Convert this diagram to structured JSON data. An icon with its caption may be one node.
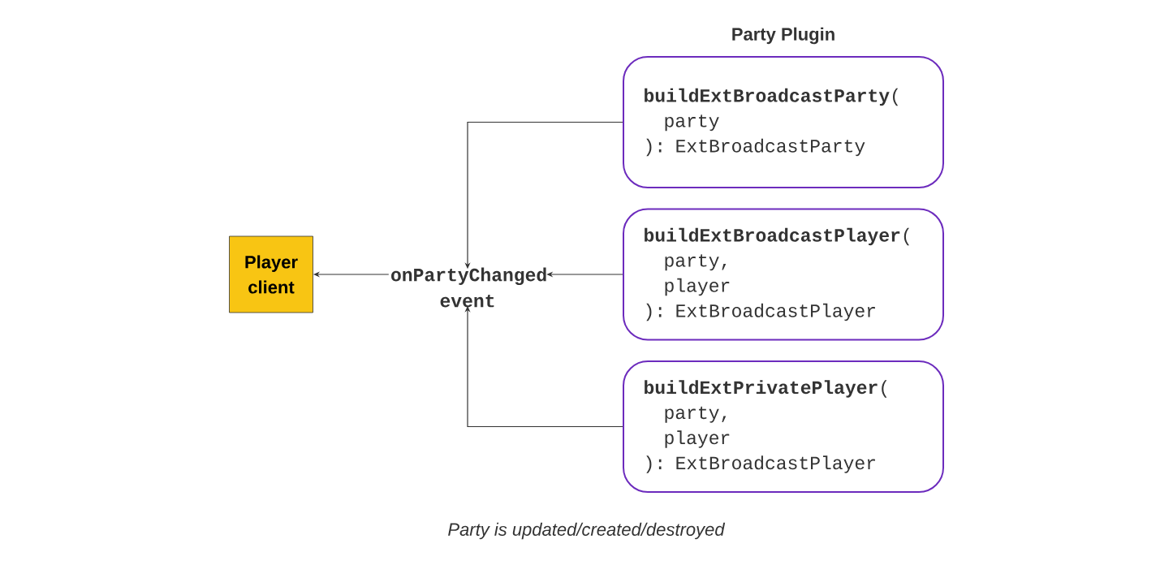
{
  "diagram": {
    "caption": "Party is updated/created/destroyed",
    "nodes": [
      {
        "text": [
          "Player client"
        ]
      },
      {
        "text": [
          "onPartyChanged event"
        ]
      },
      {
        "text": [
          "**buildExtBroadcastParty**(",
          "party",
          "): ExtBroadcastParty"
        ]
      },
      {
        "text": [
          "**buildExtBroadcastPlayer**(",
          "party,",
          "player",
          "): ExtBroadcastPlayer"
        ]
      },
      {
        "text": [
          "**buildExtPrivatePlayer**(",
          "party,",
          "player",
          "): ExtBroadcastPlayer"
        ]
      }
    ],
    "edges": [
      {
        "from": 2,
        "to": 1,
        "arrow": "to"
      },
      {
        "from": 3,
        "to": 1,
        "arrow": "to"
      },
      {
        "from": 4,
        "to": 1,
        "arrow": "to"
      },
      {
        "from": 1,
        "to": 0,
        "arrow": "to"
      }
    ],
    "labels": [
      "Party Plugin"
    ]
  }
}
